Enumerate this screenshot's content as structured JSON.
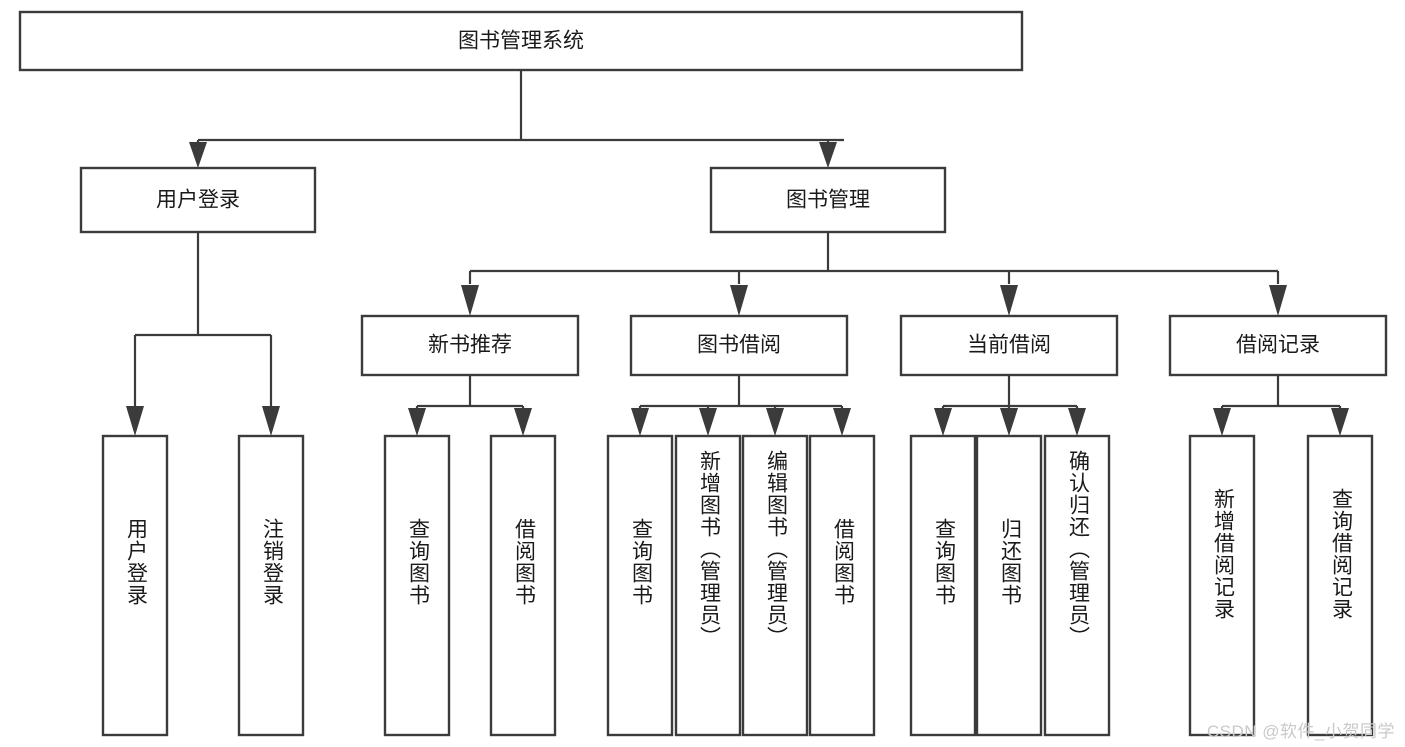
{
  "diagram": {
    "type": "tree",
    "title": "图书管理系统",
    "watermark": "CSDN @软件_小贺同学",
    "colors": {
      "box_stroke": "#3b3b3b",
      "box_fill": "#ffffff",
      "text": "#1a1a1a",
      "edge": "#3b3b3b",
      "watermark": "#c9c9c9",
      "background": "#ffffff"
    },
    "nodes": {
      "root": {
        "label": "图书管理系统",
        "level": 0,
        "orientation": "horizontal"
      },
      "l1_0": {
        "label": "用户登录",
        "level": 1,
        "orientation": "horizontal"
      },
      "l1_1": {
        "label": "图书管理",
        "level": 1,
        "orientation": "horizontal"
      },
      "l2_0": {
        "label": "新书推荐",
        "level": 2,
        "orientation": "horizontal"
      },
      "l2_1": {
        "label": "图书借阅",
        "level": 2,
        "orientation": "horizontal"
      },
      "l2_2": {
        "label": "当前借阅",
        "level": 2,
        "orientation": "horizontal"
      },
      "l2_3": {
        "label": "借阅记录",
        "level": 2,
        "orientation": "horizontal"
      },
      "leaf_0": {
        "label": "用户登录",
        "level": 3,
        "orientation": "vertical"
      },
      "leaf_1": {
        "label": "注销登录",
        "level": 3,
        "orientation": "vertical"
      },
      "leaf_2": {
        "label": "查询图书",
        "level": 3,
        "orientation": "vertical"
      },
      "leaf_3": {
        "label": "借阅图书",
        "level": 3,
        "orientation": "vertical"
      },
      "leaf_4": {
        "label": "查询图书",
        "level": 3,
        "orientation": "vertical"
      },
      "leaf_5": {
        "label": "新增图书（管理员）",
        "level": 3,
        "orientation": "vertical"
      },
      "leaf_6": {
        "label": "编辑图书（管理员）",
        "level": 3,
        "orientation": "vertical"
      },
      "leaf_7": {
        "label": "借阅图书",
        "level": 3,
        "orientation": "vertical"
      },
      "leaf_8": {
        "label": "查询图书",
        "level": 3,
        "orientation": "vertical"
      },
      "leaf_9": {
        "label": "归还图书",
        "level": 3,
        "orientation": "vertical"
      },
      "leaf_10": {
        "label": "确认归还（管理员）",
        "level": 3,
        "orientation": "vertical"
      },
      "leaf_11": {
        "label": "新增借阅记录",
        "level": 3,
        "orientation": "vertical"
      },
      "leaf_12": {
        "label": "查询借阅记录",
        "level": 3,
        "orientation": "vertical"
      }
    },
    "edges": [
      {
        "from": "root",
        "to": "l1_0"
      },
      {
        "from": "root",
        "to": "l1_1"
      },
      {
        "from": "l1_1",
        "to": "l2_0"
      },
      {
        "from": "l1_1",
        "to": "l2_1"
      },
      {
        "from": "l1_1",
        "to": "l2_2"
      },
      {
        "from": "l1_1",
        "to": "l2_3"
      },
      {
        "from": "l1_0",
        "to": "leaf_0"
      },
      {
        "from": "l1_0",
        "to": "leaf_1"
      },
      {
        "from": "l2_0",
        "to": "leaf_2"
      },
      {
        "from": "l2_0",
        "to": "leaf_3"
      },
      {
        "from": "l2_1",
        "to": "leaf_4"
      },
      {
        "from": "l2_1",
        "to": "leaf_5"
      },
      {
        "from": "l2_1",
        "to": "leaf_6"
      },
      {
        "from": "l2_1",
        "to": "leaf_7"
      },
      {
        "from": "l2_2",
        "to": "leaf_8"
      },
      {
        "from": "l2_2",
        "to": "leaf_9"
      },
      {
        "from": "l2_2",
        "to": "leaf_10"
      },
      {
        "from": "l2_3",
        "to": "leaf_11"
      },
      {
        "from": "l2_3",
        "to": "leaf_12"
      }
    ]
  }
}
